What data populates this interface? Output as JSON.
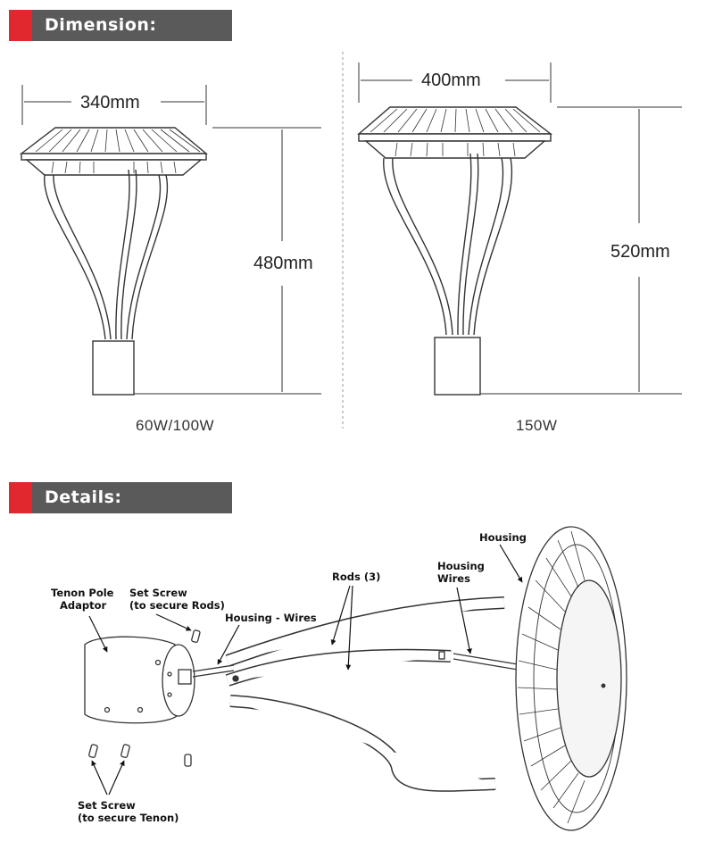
{
  "sections": {
    "dimension": "Dimension:",
    "details": "Details:"
  },
  "dimension": {
    "left": {
      "width": "340mm",
      "height": "480mm",
      "wattage": "60W/100W"
    },
    "right": {
      "width": "400mm",
      "height": "520mm",
      "wattage": "150W"
    }
  },
  "details": {
    "labels": {
      "tenon_pole_adaptor_1": "Tenon Pole",
      "tenon_pole_adaptor_2": "Adaptor",
      "set_screw_rods_1": "Set Screw",
      "set_screw_rods_2": "(to secure Rods)",
      "housing_wires_left": "Housing - Wires",
      "rods": "Rods (3)",
      "housing_wires_right_1": "Housing",
      "housing_wires_right_2": "Wires",
      "housing": "Housing",
      "set_screw_tenon_1": "Set Screw",
      "set_screw_tenon_2": "(to secure Tenon)"
    }
  }
}
